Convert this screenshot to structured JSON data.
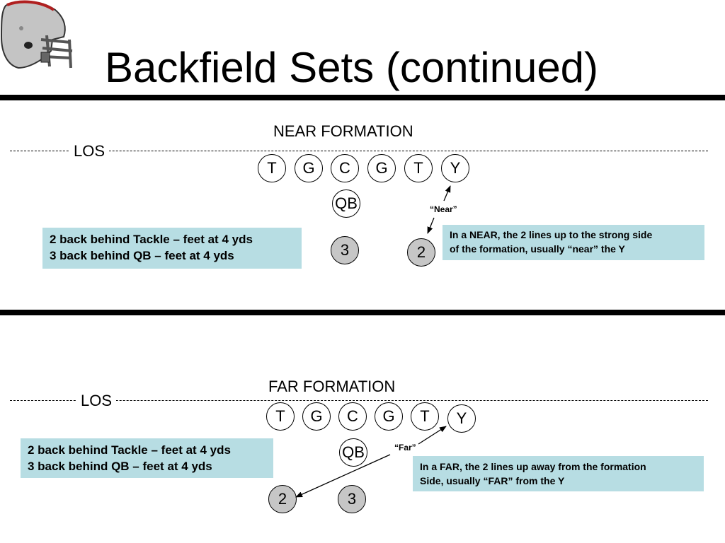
{
  "slide": {
    "title": "Backfield Sets (continued)",
    "logo_icon": "football-helmet-icon"
  },
  "near": {
    "heading": "NEAR FORMATION",
    "los_label": "LOS",
    "line": [
      "T",
      "G",
      "C",
      "G",
      "T",
      "Y"
    ],
    "qb": "QB",
    "backs": [
      "3",
      "2"
    ],
    "callout": "“Near”",
    "alignment_note": [
      "2 back behind Tackle – feet at 4 yds",
      "3 back behind QB – feet at 4 yds"
    ],
    "explanation": [
      "In a NEAR, the 2 lines up to the strong side",
      "of the formation, usually “near” the Y"
    ]
  },
  "far": {
    "heading": "FAR FORMATION",
    "los_label": "LOS",
    "line": [
      "T",
      "G",
      "C",
      "G",
      "T",
      "Y"
    ],
    "qb": "QB",
    "backs": [
      "2",
      "3"
    ],
    "callout": "“Far”",
    "alignment_note": [
      "2 back behind Tackle – feet at 4 yds",
      "3 back behind QB – feet at 4 yds"
    ],
    "explanation": [
      "In a FAR, the 2 lines up away from the formation",
      "Side, usually “FAR” from the Y"
    ]
  },
  "colors": {
    "note_background": "#b7dde3",
    "back_fill": "#c6c6c6",
    "helmet_shell": "#c4c4c4",
    "helmet_stripe": "#b02020"
  }
}
